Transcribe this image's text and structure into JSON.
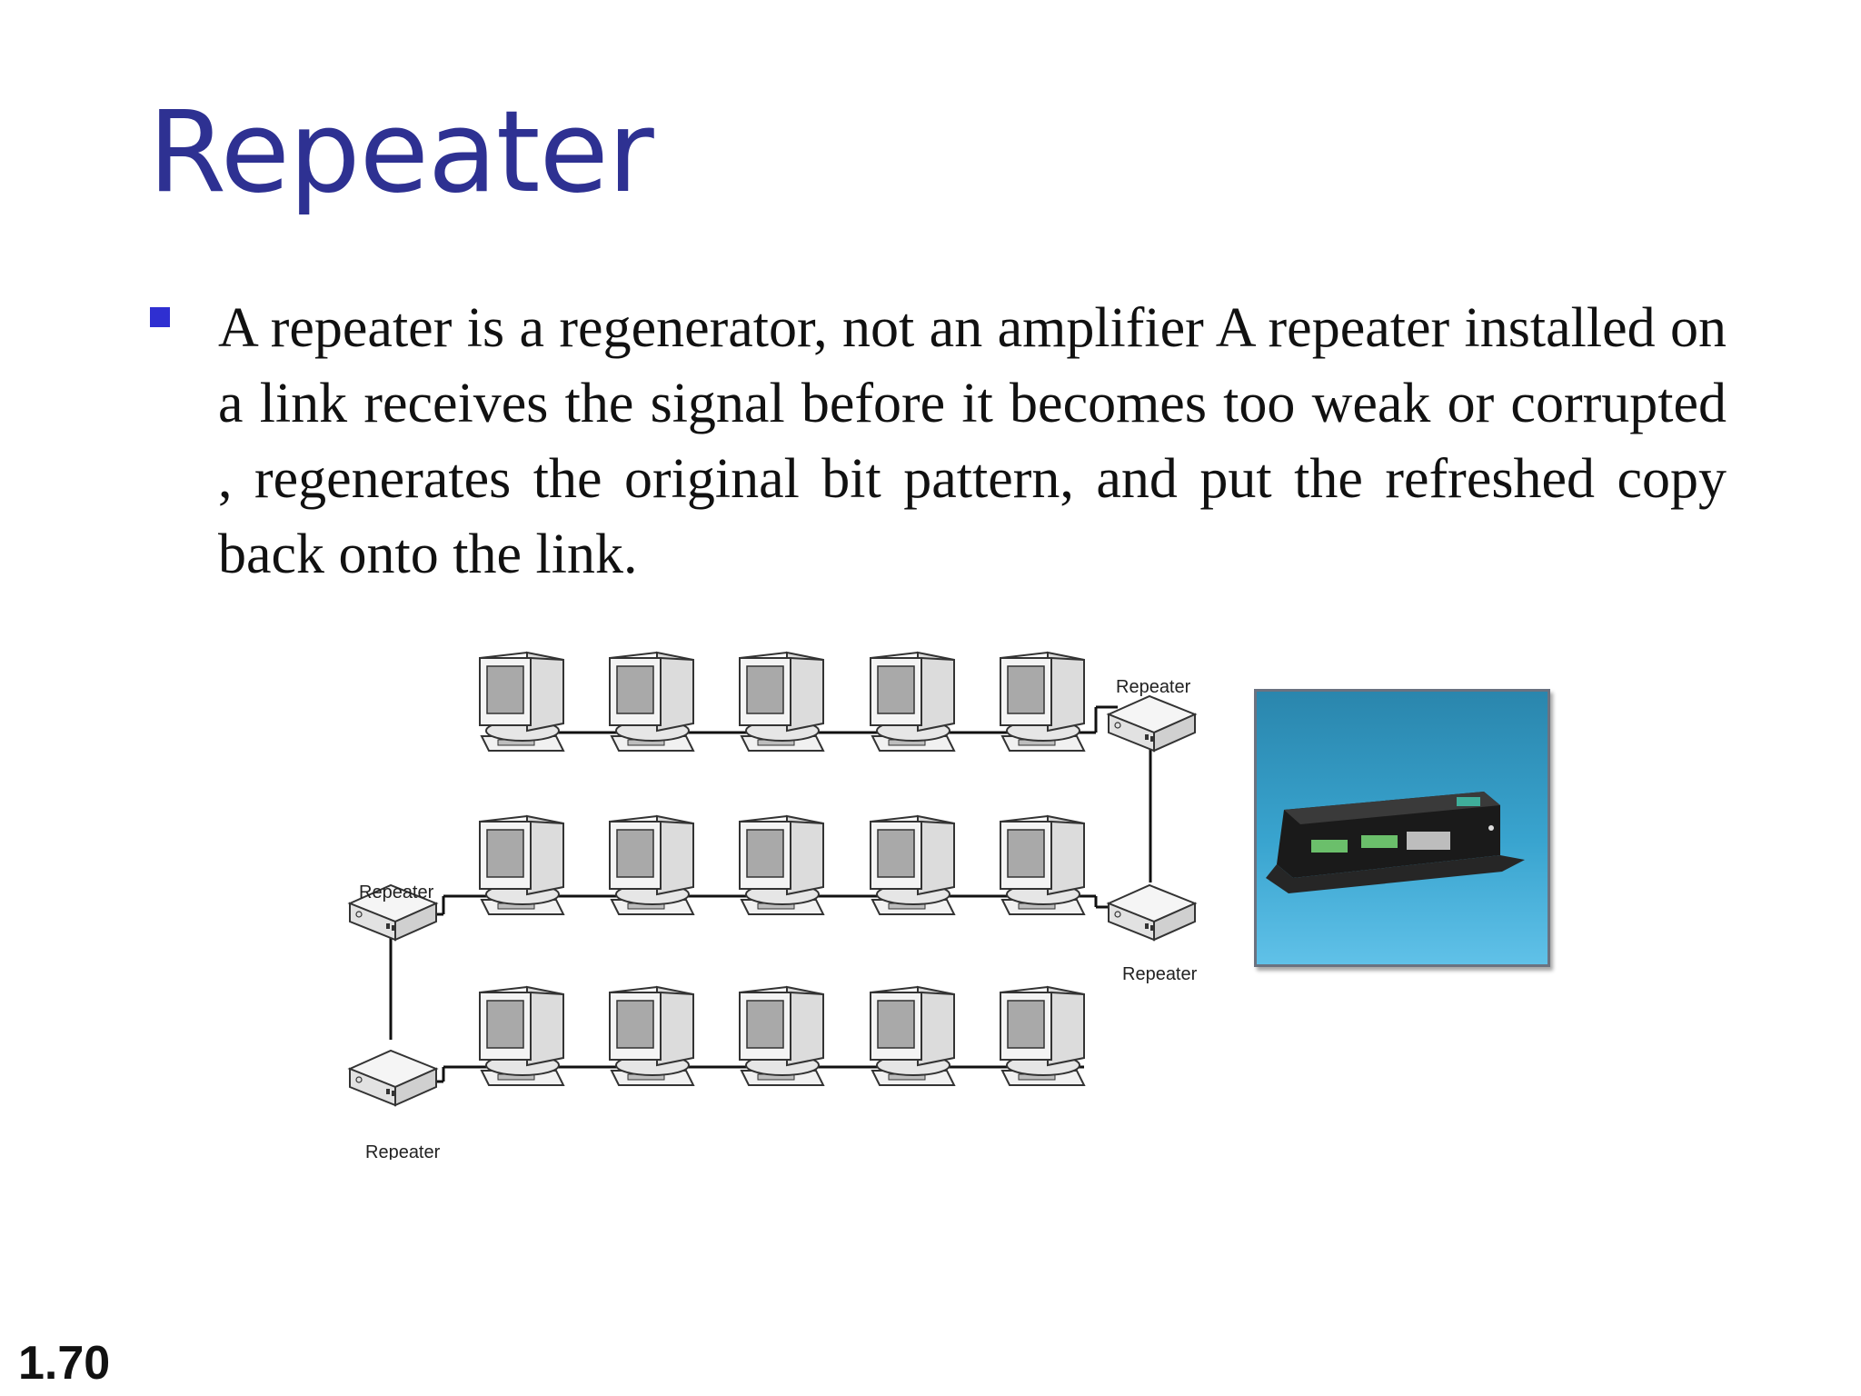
{
  "slide": {
    "title": "Repeater",
    "bullets": [
      "A repeater is a regenerator, not an amplifier A repeater installed on a link receives the signal before it becomes too weak or corrupted , regenerates the original bit pattern, and put the refreshed copy back onto the link."
    ],
    "slide_number": "1.70"
  },
  "diagram": {
    "repeater_labels": [
      "Repeater",
      "Repeater",
      "Repeater",
      "Repeater"
    ],
    "rows": 3,
    "computers_per_row": 5
  },
  "colors": {
    "title": "#2e3192",
    "bullet": "#2f2fd1",
    "photo_background": "#39a4cf"
  }
}
